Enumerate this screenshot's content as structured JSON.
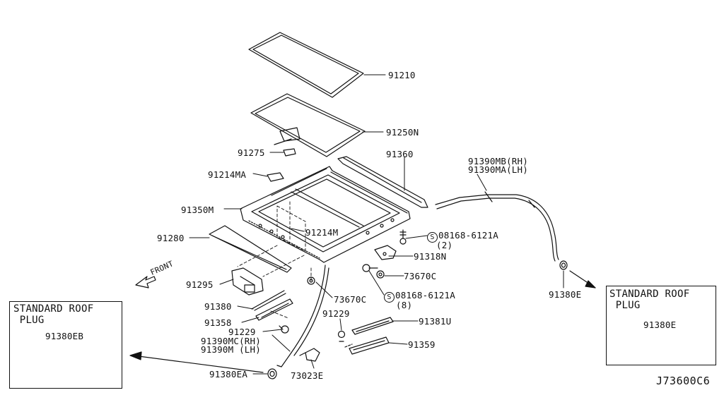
{
  "parts": {
    "p91210": "91210",
    "p91250n": "91250N",
    "p91275": "91275",
    "p91360": "91360",
    "p91214ma": "91214MA",
    "p91350m": "91350M",
    "p91214m": "91214M",
    "p91280": "91280",
    "p91295": "91295",
    "p91380": "91380",
    "p91358": "91358",
    "p91229a": "91229",
    "p91390mc": "91390MC(RH)",
    "p91390m": "91390M (LH)",
    "p91380ea": "91380EA",
    "p73023e": "73023E",
    "p73670c_a": "73670C",
    "p73670c_b": "73670C",
    "p91229b": "91229",
    "p91381u": "91381U",
    "p91359": "91359",
    "p91318n": "91318N",
    "bolt_a": "08168-6121A",
    "bolt_a_qty": "(2)",
    "bolt_b": "08168-6121A",
    "bolt_b_qty": "(8)",
    "bolt_symbol": "S",
    "p91390mb": "91390MB(RH)",
    "p91390ma": "91390MA(LH)",
    "p91380e": "91380E",
    "p91380e_box": "91380E",
    "p91380eb_box": "91380EB"
  },
  "front_label": "FRONT",
  "left_box": {
    "title": "STANDARD ROOF\n PLUG"
  },
  "right_box": {
    "title": "STANDARD ROOF\n PLUG"
  },
  "diagram_ref": "J73600C6"
}
